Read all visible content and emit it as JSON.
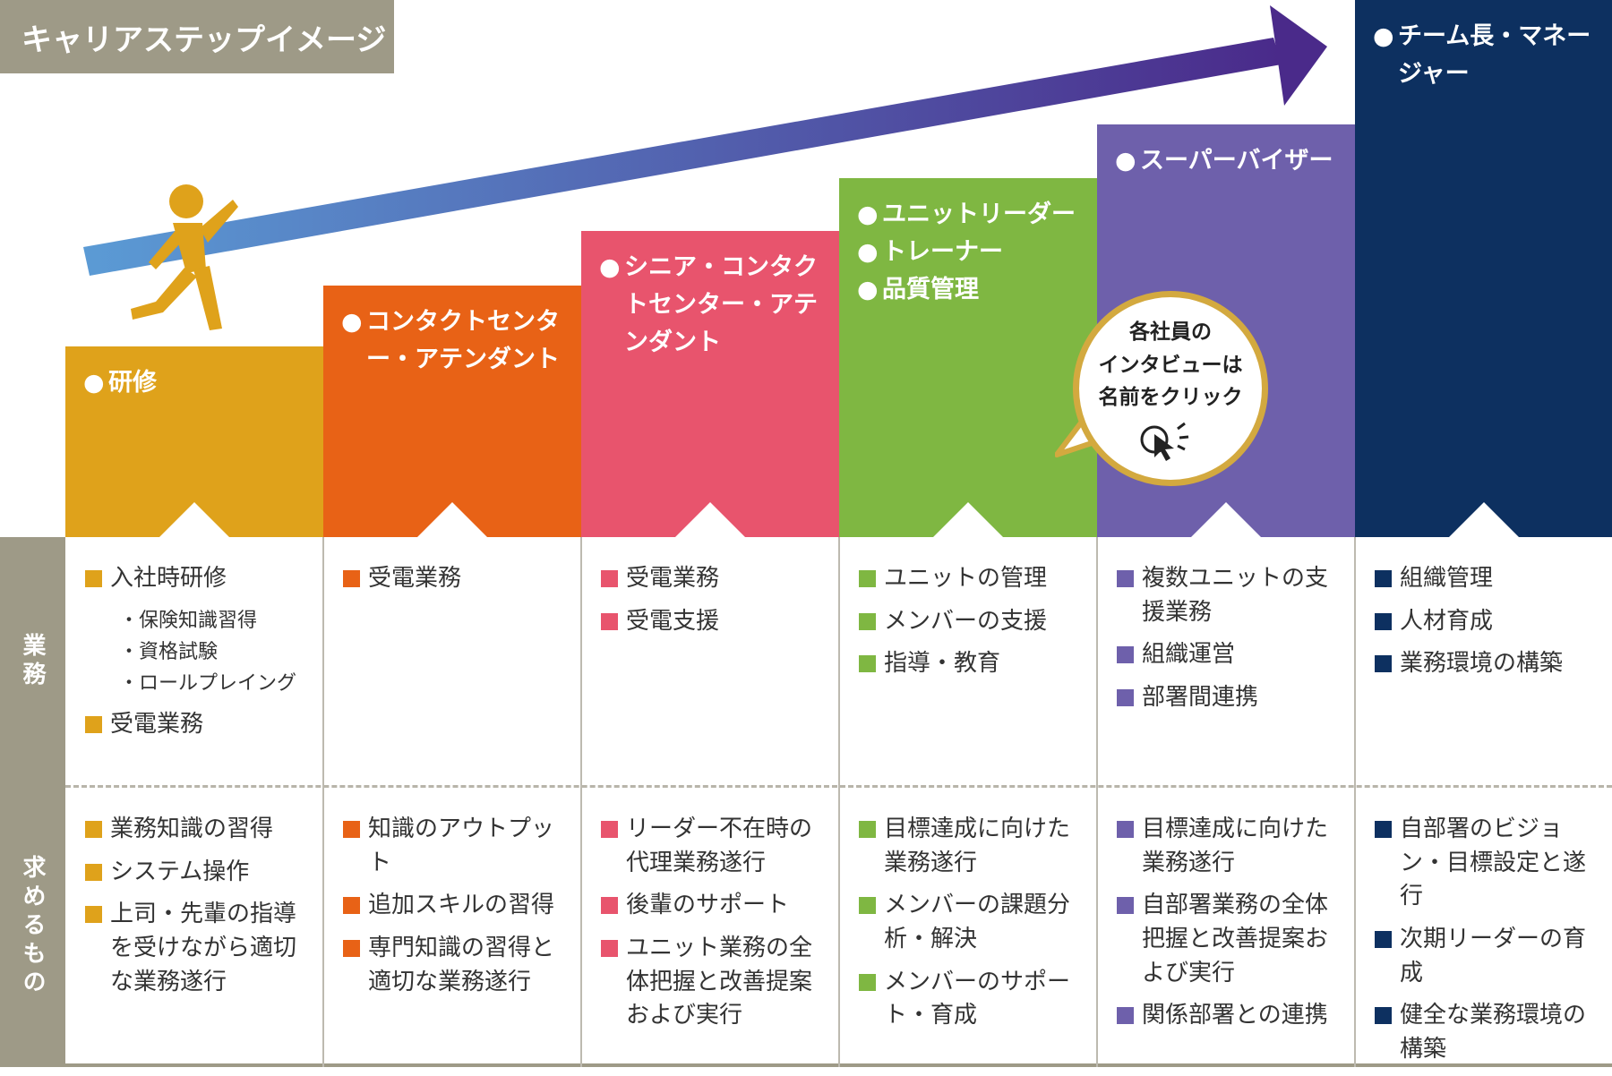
{
  "header": {
    "title": "キャリアステップイメージ"
  },
  "sidebar": {
    "duties_label": "業務",
    "requirements_label": "求めるもの"
  },
  "callout": {
    "lines": [
      "各社員の",
      "インタビューは",
      "名前をクリック"
    ],
    "icon": "cursor-click-icon"
  },
  "colors": {
    "step1": "#dfa21b",
    "step2": "#e86216",
    "step3": "#e8546d",
    "step4": "#7fb742",
    "step5": "#6e60ab",
    "step6": "#0d3060",
    "sidebar": "#9e9a87",
    "arrow_start": "#5b9bd5",
    "arrow_end": "#4a2a8a"
  },
  "steps": [
    {
      "titles": [
        "研修"
      ],
      "duties": [
        {
          "text": "入社時研修",
          "sub": [
            "・保険知識習得",
            "・資格試験",
            "・ロールプレイング"
          ]
        },
        {
          "text": "受電業務"
        }
      ],
      "requirements": [
        "業務知識の習得",
        "システム操作",
        "上司・先輩の指導を受けながら適切な業務遂行"
      ]
    },
    {
      "titles": [
        "コンタクトセンター・アテンダント"
      ],
      "duties": [
        {
          "text": "受電業務"
        }
      ],
      "requirements": [
        "知識のアウトプット",
        "追加スキルの習得",
        "専門知識の習得と適切な業務遂行"
      ]
    },
    {
      "titles": [
        "シニア・コンタクトセンター・アテンダント"
      ],
      "duties": [
        {
          "text": "受電業務"
        },
        {
          "text": "受電支援"
        }
      ],
      "requirements": [
        "リーダー不在時の代理業務遂行",
        "後輩のサポート",
        "ユニット業務の全体把握と改善提案および実行"
      ]
    },
    {
      "titles": [
        "ユニットリーダー",
        "トレーナー",
        "品質管理"
      ],
      "duties": [
        {
          "text": "ユニットの管理"
        },
        {
          "text": "メンバーの支援"
        },
        {
          "text": "指導・教育"
        }
      ],
      "requirements": [
        "目標達成に向けた業務遂行",
        "メンバーの課題分析・解決",
        "メンバーのサポート・育成"
      ]
    },
    {
      "titles": [
        "スーパーバイザー"
      ],
      "duties": [
        {
          "text": "複数ユニットの支援業務"
        },
        {
          "text": "組織運営"
        },
        {
          "text": "部署間連携"
        }
      ],
      "requirements": [
        "目標達成に向けた業務遂行",
        "自部署業務の全体把握と改善提案および実行",
        "関係部署との連携"
      ]
    },
    {
      "titles": [
        "チーム長・マネージャー"
      ],
      "duties": [
        {
          "text": "組織管理"
        },
        {
          "text": "人材育成"
        },
        {
          "text": "業務環境の構築"
        }
      ],
      "requirements": [
        "自部署のビジョン・目標設定と遂行",
        "次期リーダーの育成",
        "健全な業務環境の構築"
      ]
    }
  ]
}
